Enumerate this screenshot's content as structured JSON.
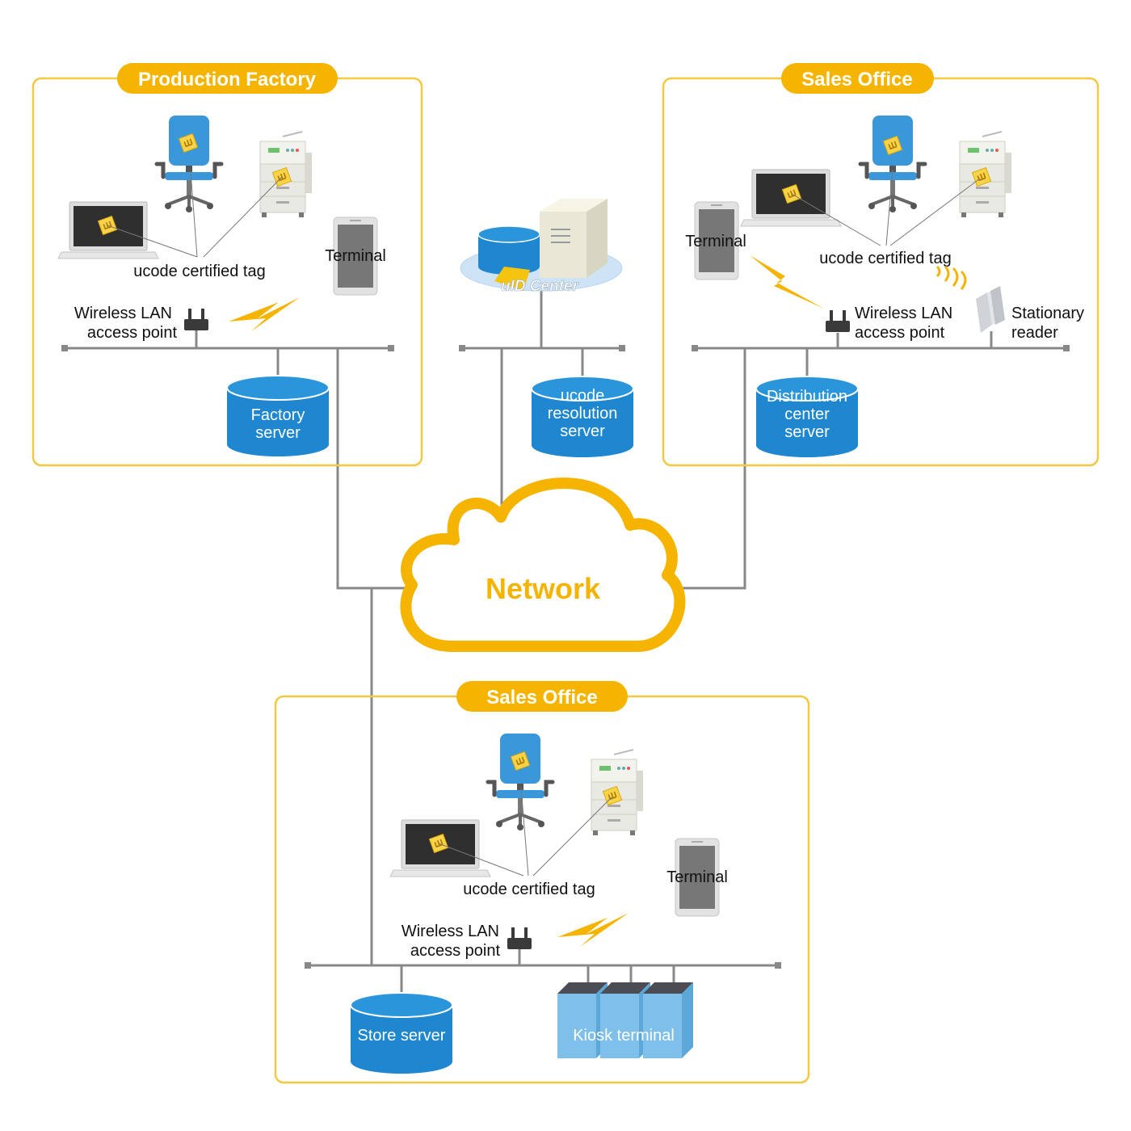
{
  "colors": {
    "accent": "#f5b400",
    "server_blue": "#1e87cf",
    "kiosk_blue": "#7ec0ea",
    "line_gray": "#888888"
  },
  "network": {
    "label": "Network"
  },
  "uid_center": {
    "logo_text": "uID Center",
    "server_label": [
      "ucode",
      "resolution",
      "server"
    ]
  },
  "factory": {
    "title": "Production Factory",
    "tag_label": "ucode certified tag",
    "terminal_label": "Terminal",
    "wlan_label": [
      "Wireless LAN",
      "access point"
    ],
    "server_label": [
      "Factory",
      "server"
    ]
  },
  "sales_office_right": {
    "title": "Sales Office",
    "tag_label": "ucode certified tag",
    "terminal_label": "Terminal",
    "wlan_label": [
      "Wireless LAN",
      "access point"
    ],
    "reader_label": [
      "Stationary",
      "reader"
    ],
    "server_label": [
      "Distribution",
      "center",
      "server"
    ]
  },
  "sales_office_bottom": {
    "title": "Sales Office",
    "tag_label": "ucode certified tag",
    "terminal_label": "Terminal",
    "wlan_label": [
      "Wireless LAN",
      "access point"
    ],
    "server_label": "Store server",
    "kiosk_label": "Kiosk terminal"
  }
}
